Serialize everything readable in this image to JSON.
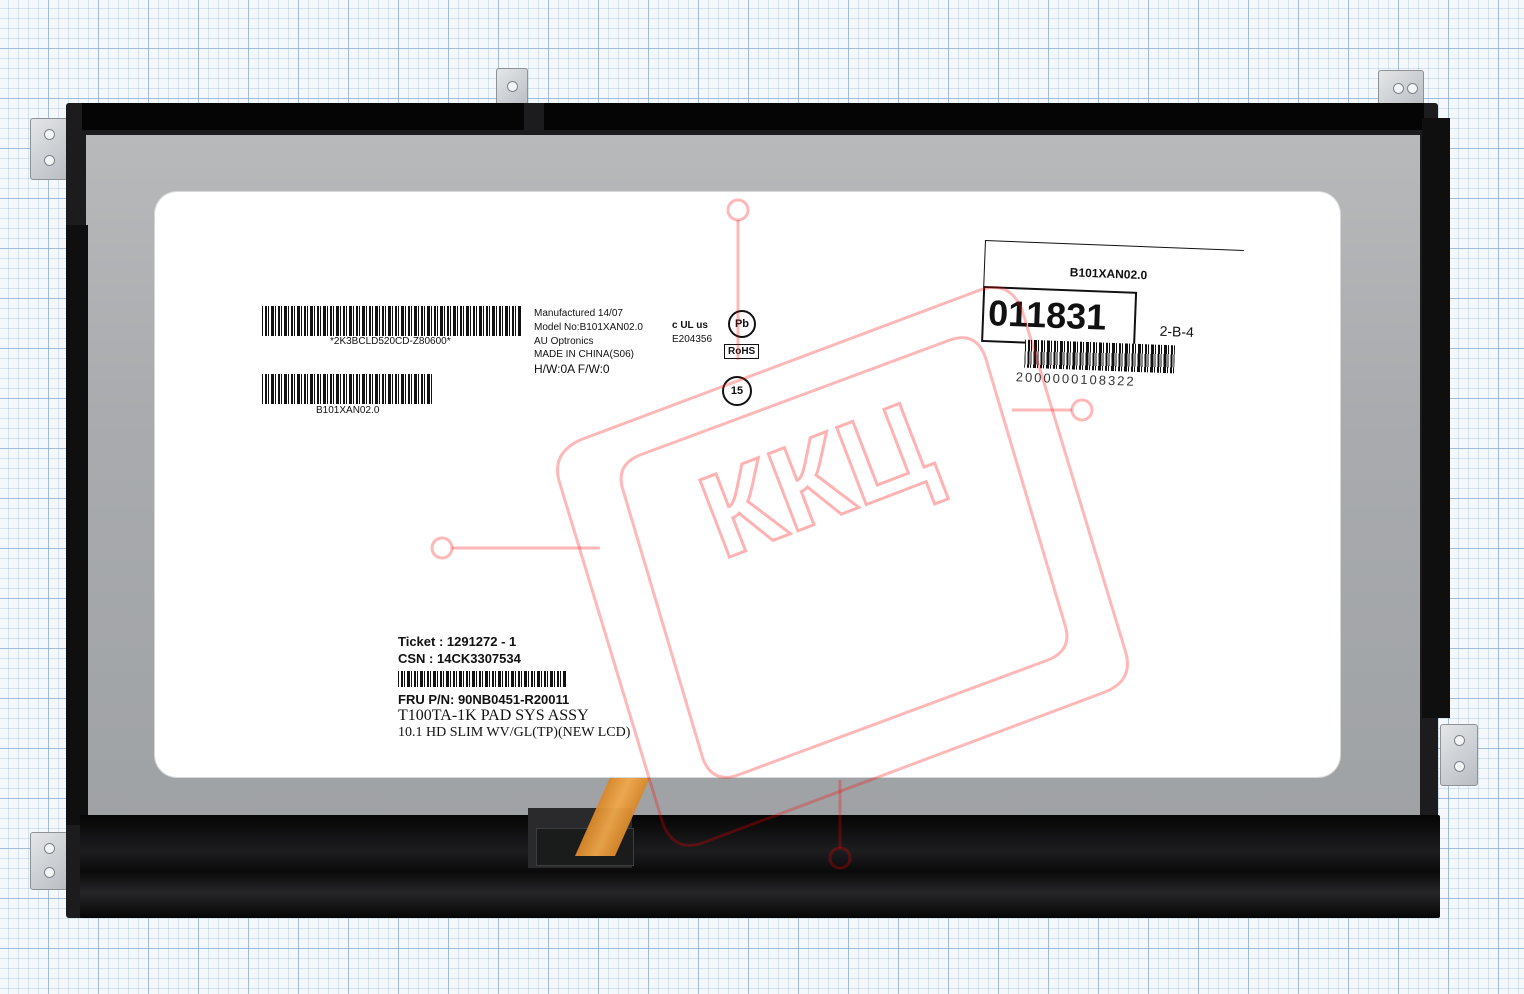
{
  "panel_label": {
    "barcode1_caption": "*2K3BCLD520CD-Z80600*",
    "barcode2_caption": "B101XAN02.0",
    "manufactured": "Manufactured 14/07",
    "model": "Model No:B101XAN02.0",
    "maker": "AU Optronics",
    "made_in": "MADE IN CHINA(S06)",
    "hw_fw": "H/W:0A   F/W:0",
    "ul_mark": "c UL us",
    "ul_number": "E204356",
    "pb_mark": "Pb",
    "rohs": "RoHS",
    "year_mark": "15"
  },
  "sticker": {
    "model": "B101XAN02.0",
    "number": "011831",
    "location": "2-B-4",
    "barcode_number": "2000000108322"
  },
  "ticket_label": {
    "ticket": "Ticket : 1291272 - 1",
    "csn": "CSN   : 14CK3307534",
    "fru": "FRU P/N: 90NB0451-R20011",
    "line1": "T100TA-1K PAD SYS ASSY",
    "line2": "10.1 HD SLIM WV/GL(TP)(NEW LCD)"
  },
  "watermark": {
    "text": "ККЦ",
    "color": "#ff0000"
  },
  "colors": {
    "panel_black": "#1c1c1e",
    "tray_gray": "#a9abae",
    "flex_cable": "#f0a84a"
  }
}
